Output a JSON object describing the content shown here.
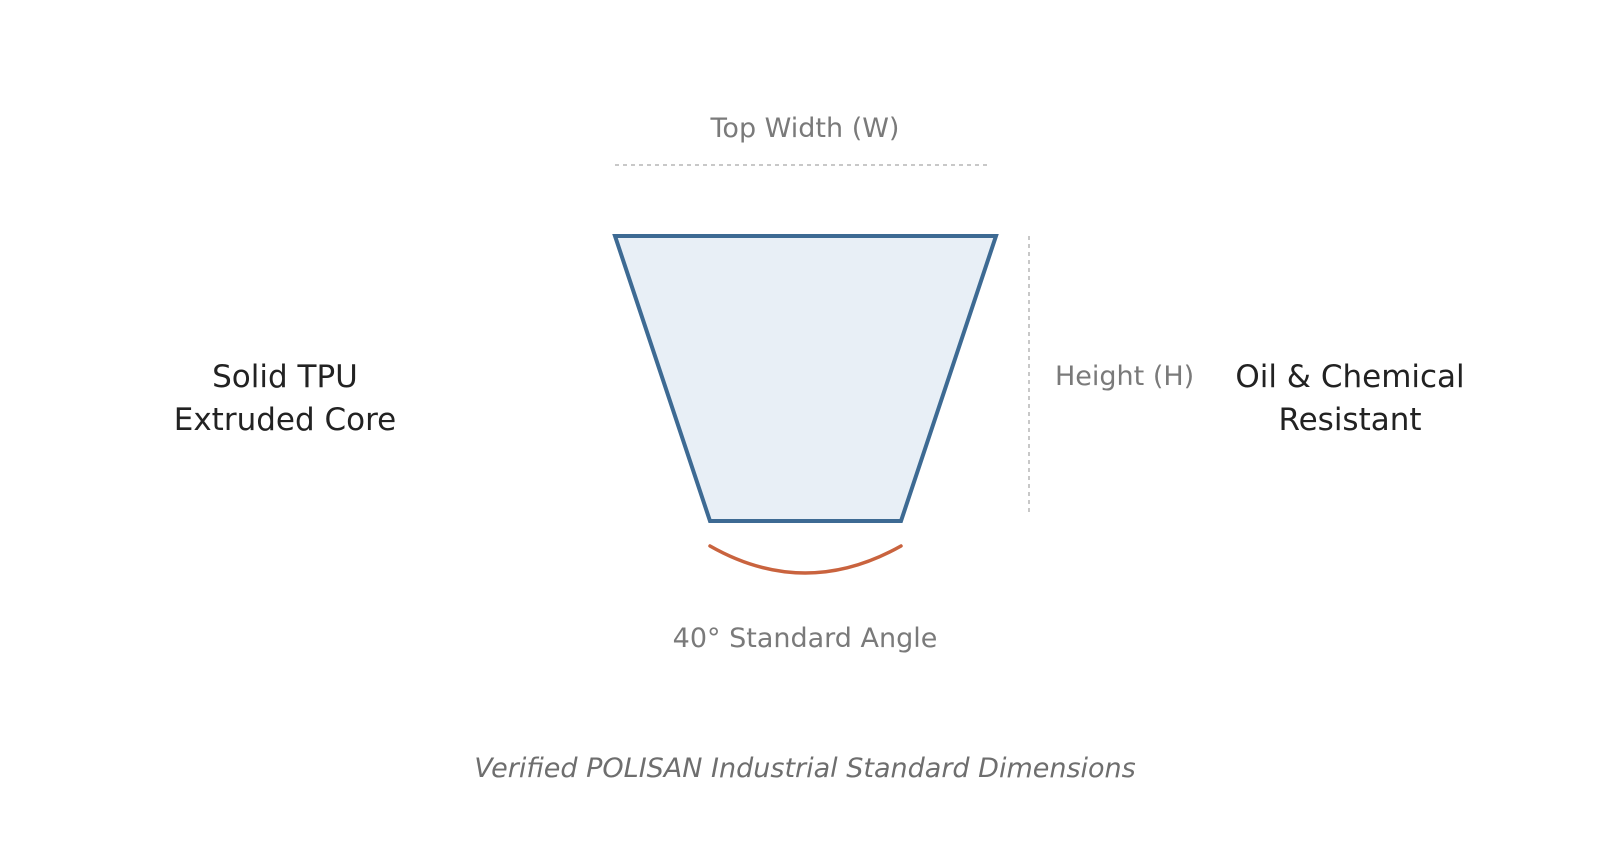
{
  "labels": {
    "top_width": "Top Width (W)",
    "height": "Height (H)",
    "angle": "40° Standard Angle",
    "left_feature_line1": "Solid TPU",
    "left_feature_line2": "Extruded Core",
    "right_feature_line1": "Oil & Chemical",
    "right_feature_line2": "Resistant",
    "caption": "Verified POLISAN Industrial Standard Dimensions"
  },
  "colors": {
    "profile_fill": "#e8eff6",
    "profile_stroke": "#3d6a93",
    "angle_arc": "#c9633e",
    "dimension_line": "#c8c8c8"
  }
}
